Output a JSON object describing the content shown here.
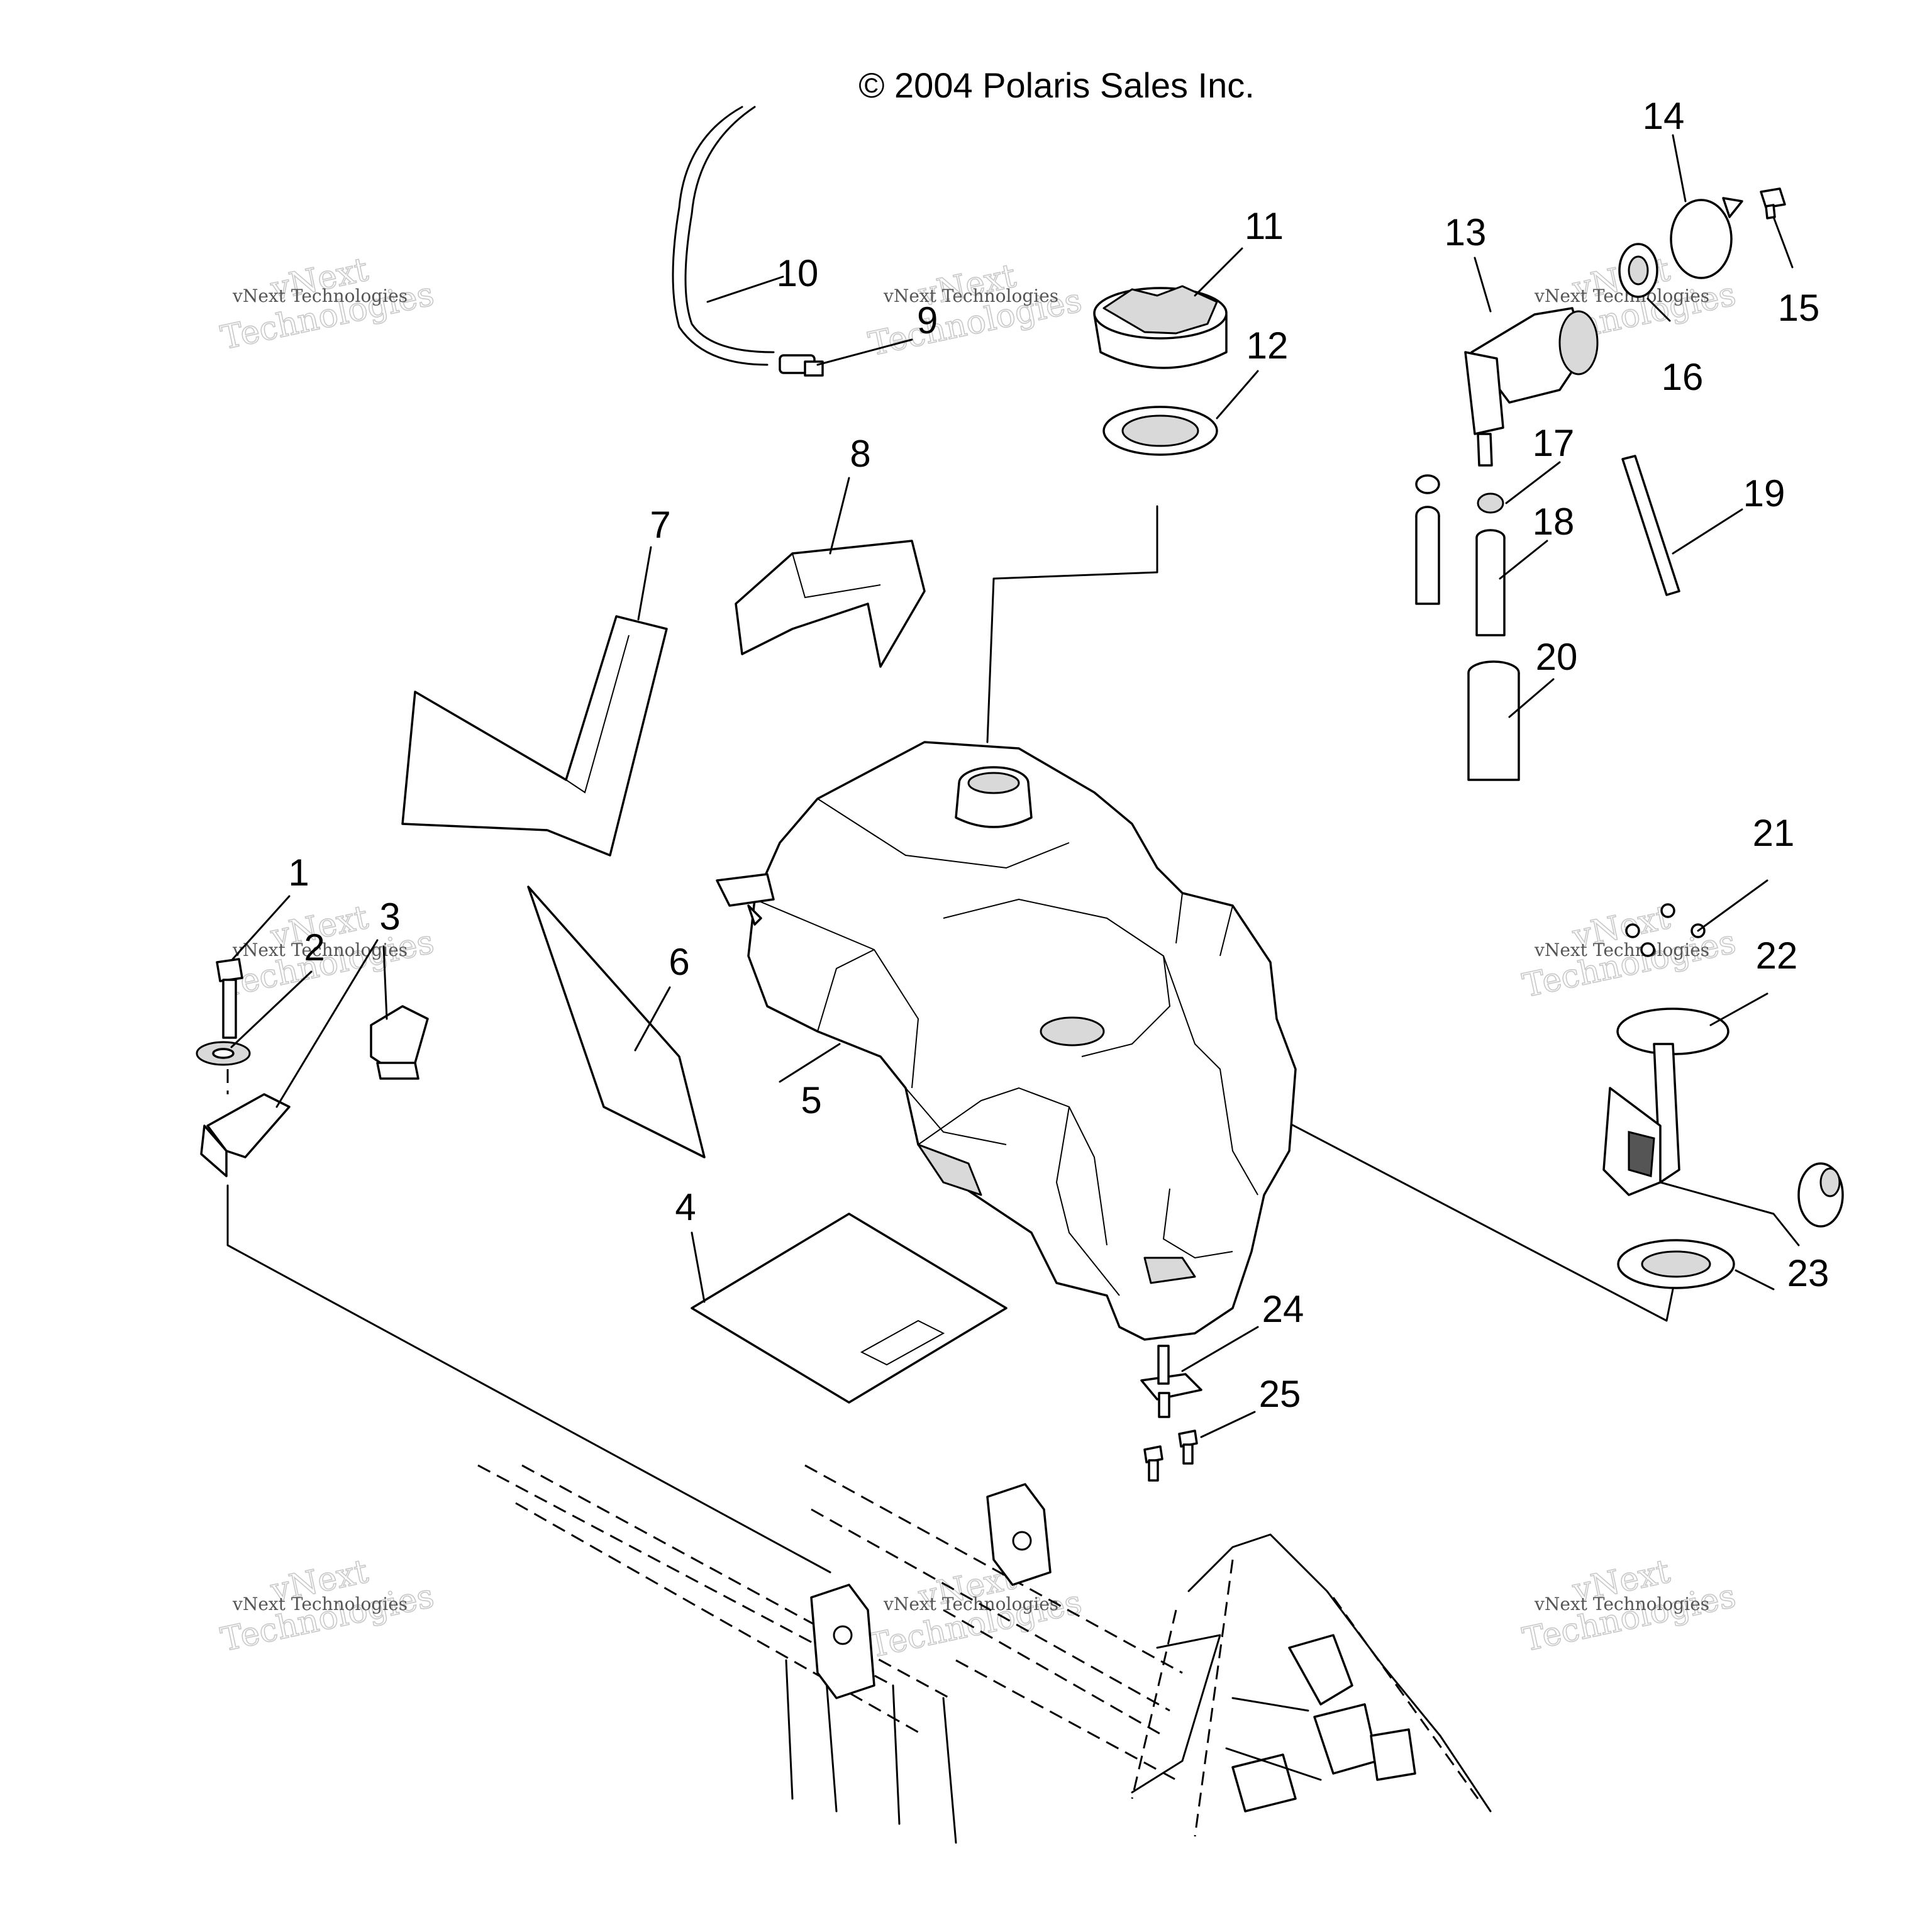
{
  "copyright": "© 2004 Polaris Sales Inc.",
  "watermark": {
    "line1": "vNext",
    "line2": "Technologies",
    "small": "vNext Technologies"
  },
  "callouts": [
    "1",
    "2",
    "3",
    "4",
    "5",
    "6",
    "7",
    "8",
    "9",
    "10",
    "11",
    "12",
    "13",
    "14",
    "15",
    "16",
    "17",
    "18",
    "19",
    "20",
    "21",
    "22",
    "23",
    "24",
    "25"
  ],
  "colors": {
    "ink": "#000000",
    "background": "#ffffff",
    "watermark": "#c8c8c8"
  }
}
